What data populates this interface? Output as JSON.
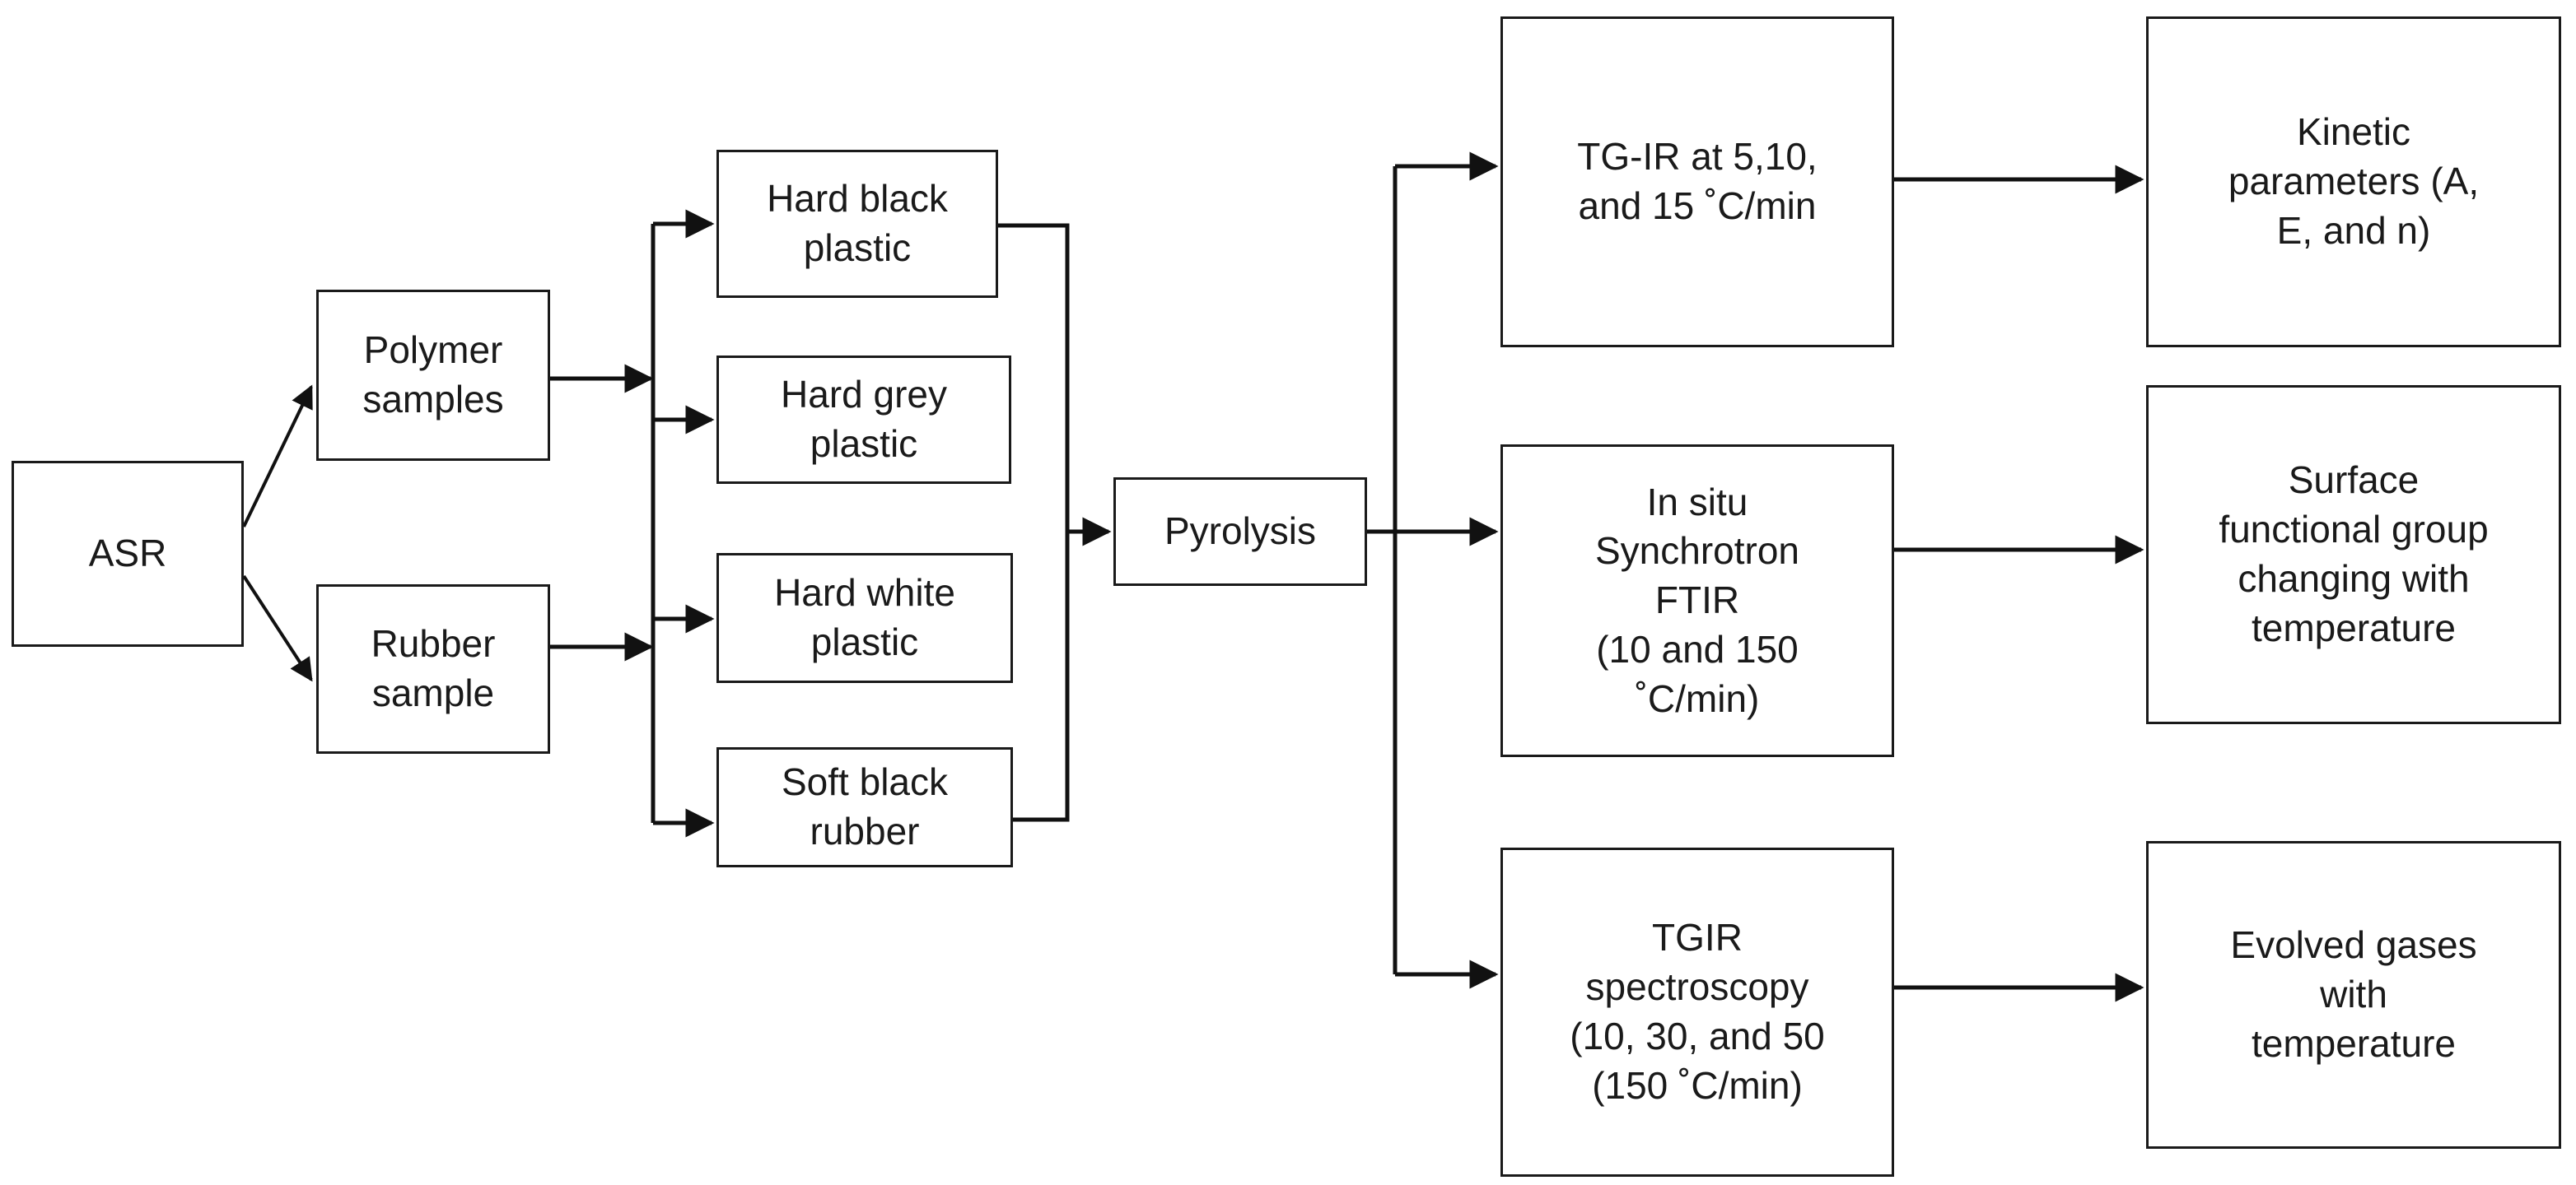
{
  "diagram": {
    "type": "flowchart",
    "title": "ASR pyrolysis characterisation workflow",
    "orientation": "left-to-right",
    "stroke_color": "#1a1a1a",
    "background_color": "#ffffff"
  },
  "nodes": {
    "asr": {
      "label": "ASR"
    },
    "polymer": {
      "label": "Polymer\nsamples"
    },
    "rubber": {
      "label": "Rubber\nsample"
    },
    "hard_black_plastic": {
      "label": "Hard black\nplastic"
    },
    "hard_grey_plastic": {
      "label": "Hard grey\nplastic"
    },
    "hard_white_plastic": {
      "label": "Hard white\nplastic"
    },
    "soft_black_rubber": {
      "label": "Soft black\nrubber"
    },
    "pyrolysis": {
      "label": "Pyrolysis"
    },
    "tgir_rates": {
      "label": "TG-IR at 5,10,\nand 15 ˚C/min"
    },
    "synchrotron": {
      "label": "In situ\nSynchrotron\nFTIR\n(10 and 150\n˚C/min)"
    },
    "tgir_spectro": {
      "label": "TGIR\nspectroscopy\n(10, 30, and 50\n(150 ˚C/min)"
    },
    "kinetic": {
      "label": "Kinetic\nparameters (A,\nE, and n)"
    },
    "surface": {
      "label": "Surface\nfunctional group\nchanging with\ntemperature"
    },
    "evolved": {
      "label": "Evolved gases\nwith\ntemperature"
    }
  },
  "edges": [
    {
      "from": "asr",
      "to": "polymer",
      "style": "diagonal-arrow"
    },
    {
      "from": "asr",
      "to": "rubber",
      "style": "diagonal-arrow"
    },
    {
      "from": "polymer",
      "to": "material-bus",
      "style": "straight-arrow"
    },
    {
      "from": "rubber",
      "to": "material-bus",
      "style": "straight-arrow"
    },
    {
      "from": "material-bus",
      "to": "hard_black_plastic",
      "style": "orthogonal-arrow"
    },
    {
      "from": "material-bus",
      "to": "hard_grey_plastic",
      "style": "orthogonal-arrow"
    },
    {
      "from": "material-bus",
      "to": "hard_white_plastic",
      "style": "orthogonal-arrow"
    },
    {
      "from": "material-bus",
      "to": "soft_black_rubber",
      "style": "orthogonal-arrow"
    },
    {
      "from": "hard_black_plastic",
      "to": "collector",
      "style": "orthogonal"
    },
    {
      "from": "soft_black_rubber",
      "to": "collector",
      "style": "orthogonal"
    },
    {
      "from": "collector",
      "to": "pyrolysis",
      "style": "straight-arrow"
    },
    {
      "from": "pyrolysis",
      "to": "analysis-bus",
      "style": "straight"
    },
    {
      "from": "analysis-bus",
      "to": "tgir_rates",
      "style": "orthogonal-arrow"
    },
    {
      "from": "analysis-bus",
      "to": "synchrotron",
      "style": "orthogonal-arrow"
    },
    {
      "from": "analysis-bus",
      "to": "tgir_spectro",
      "style": "orthogonal-arrow"
    },
    {
      "from": "tgir_rates",
      "to": "kinetic",
      "style": "straight-arrow"
    },
    {
      "from": "synchrotron",
      "to": "surface",
      "style": "straight-arrow"
    },
    {
      "from": "tgir_spectro",
      "to": "evolved",
      "style": "straight-arrow"
    }
  ]
}
